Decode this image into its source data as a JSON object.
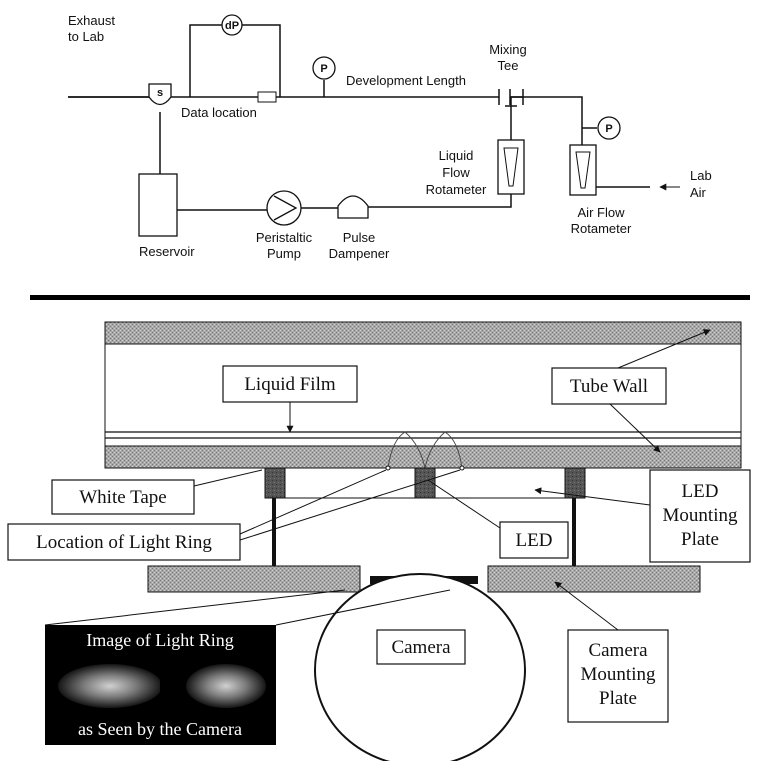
{
  "flow_loop": {
    "exhaust": [
      "Exhaust",
      "to Lab"
    ],
    "dp_gauge": "dP",
    "separator": "s",
    "data_location": "Data location",
    "pressure_gauge": "P",
    "development_length": "Development Length",
    "mixing_tee": [
      "Mixing",
      "Tee"
    ],
    "liquid_rotameter": [
      "Liquid",
      "Flow",
      "Rotameter"
    ],
    "air_rotameter": [
      "Air Flow",
      "Rotameter"
    ],
    "lab_air": [
      "Lab",
      "Air"
    ],
    "reservoir": "Reservoir",
    "pump": [
      "Peristaltic",
      "Pump"
    ],
    "dampener": [
      "Pulse",
      "Dampener"
    ]
  },
  "cross_section": {
    "liquid_film": "Liquid Film",
    "tube_wall": "Tube Wall",
    "white_tape": "White Tape",
    "light_ring": "Location of Light Ring",
    "led": "LED",
    "led_plate": [
      "LED",
      "Mounting",
      "Plate"
    ],
    "camera": "Camera",
    "camera_plate": [
      "Camera",
      "Mounting",
      "Plate"
    ],
    "image_caption": [
      "Image of Light Ring",
      "as Seen by the Camera"
    ]
  },
  "colors": {
    "ink": "#111111",
    "hatch_base": "#9a9a9a",
    "image_background": "#000000"
  }
}
